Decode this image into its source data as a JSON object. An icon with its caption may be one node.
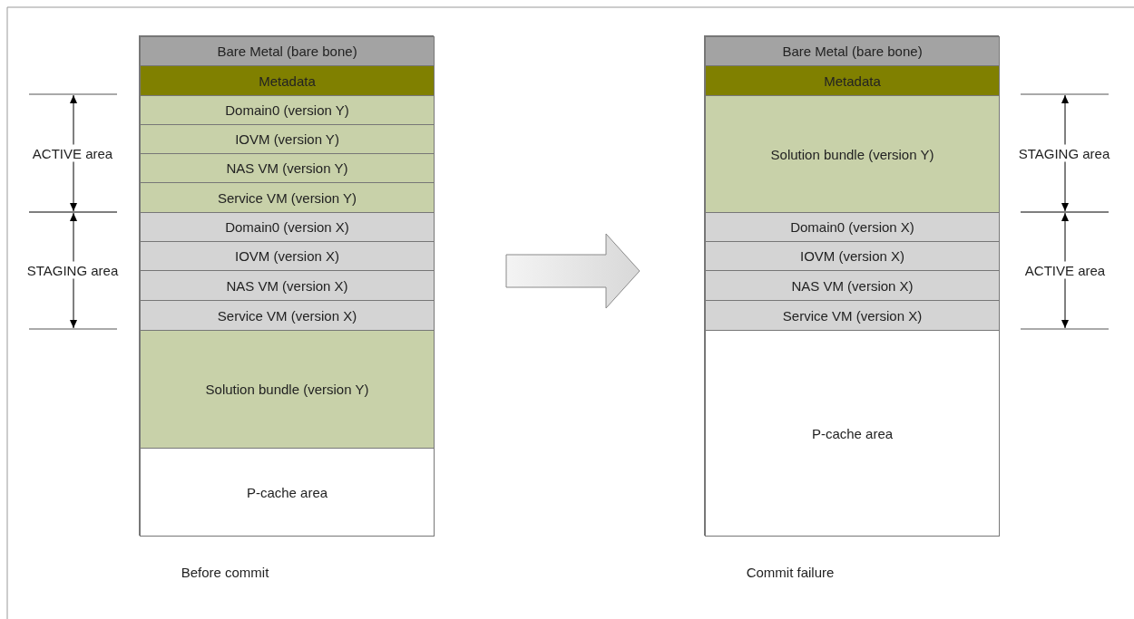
{
  "diagram": {
    "nodes": [
      {
        "text": [],
        "shape": "box",
        "beside": [
          "Before commit"
        ]
      },
      {
        "text": [
          "Bare Metal (bare bone)"
        ],
        "in": 0
      },
      {
        "text": [
          "Metadata"
        ],
        "in": 0
      },
      {
        "text": [
          "Domain0 (version Y)"
        ],
        "in": 0
      },
      {
        "text": [
          "IOVM (version Y)"
        ],
        "in": 0
      },
      {
        "text": [
          "NAS VM (version Y)"
        ],
        "in": 0
      },
      {
        "text": [
          "Service VM (version Y)"
        ],
        "in": 0
      },
      {
        "text": [
          "Domain0 (version X)"
        ],
        "in": 0
      },
      {
        "text": [
          "IOVM (version X)"
        ],
        "in": 0
      },
      {
        "text": [
          "NAS VM (version X)"
        ],
        "in": 0
      },
      {
        "text": [
          "Service VM (version X)"
        ],
        "in": 0
      },
      {
        "text": [
          "Solution bundle (version Y)"
        ],
        "in": 0
      },
      {
        "text": [
          "P-cache area"
        ],
        "in": 0
      },
      {
        "text": [],
        "shape": "box",
        "beside": [
          "Commit failure"
        ]
      },
      {
        "text": [
          "Bare Metal (bare bone)"
        ],
        "in": 13
      },
      {
        "text": [
          "Metadata"
        ],
        "in": 13
      },
      {
        "text": [
          "Solution bundle (version Y)"
        ],
        "in": 13
      },
      {
        "text": [
          "Domain0 (version X)"
        ],
        "in": 13
      },
      {
        "text": [
          "IOVM (version X)"
        ],
        "in": 13
      },
      {
        "text": [
          "NAS VM (version X)"
        ],
        "in": 13
      },
      {
        "text": [
          "Service VM (version X)"
        ],
        "in": 13
      },
      {
        "text": [
          "P-cache area"
        ],
        "in": 13
      }
    ],
    "edges": [
      {
        "from": 0,
        "to": 13,
        "arrow": "to",
        "style": "thick"
      }
    ],
    "labels": [
      "ACTIVE area",
      "STAGING area",
      "STAGING area",
      "ACTIVE area"
    ]
  }
}
